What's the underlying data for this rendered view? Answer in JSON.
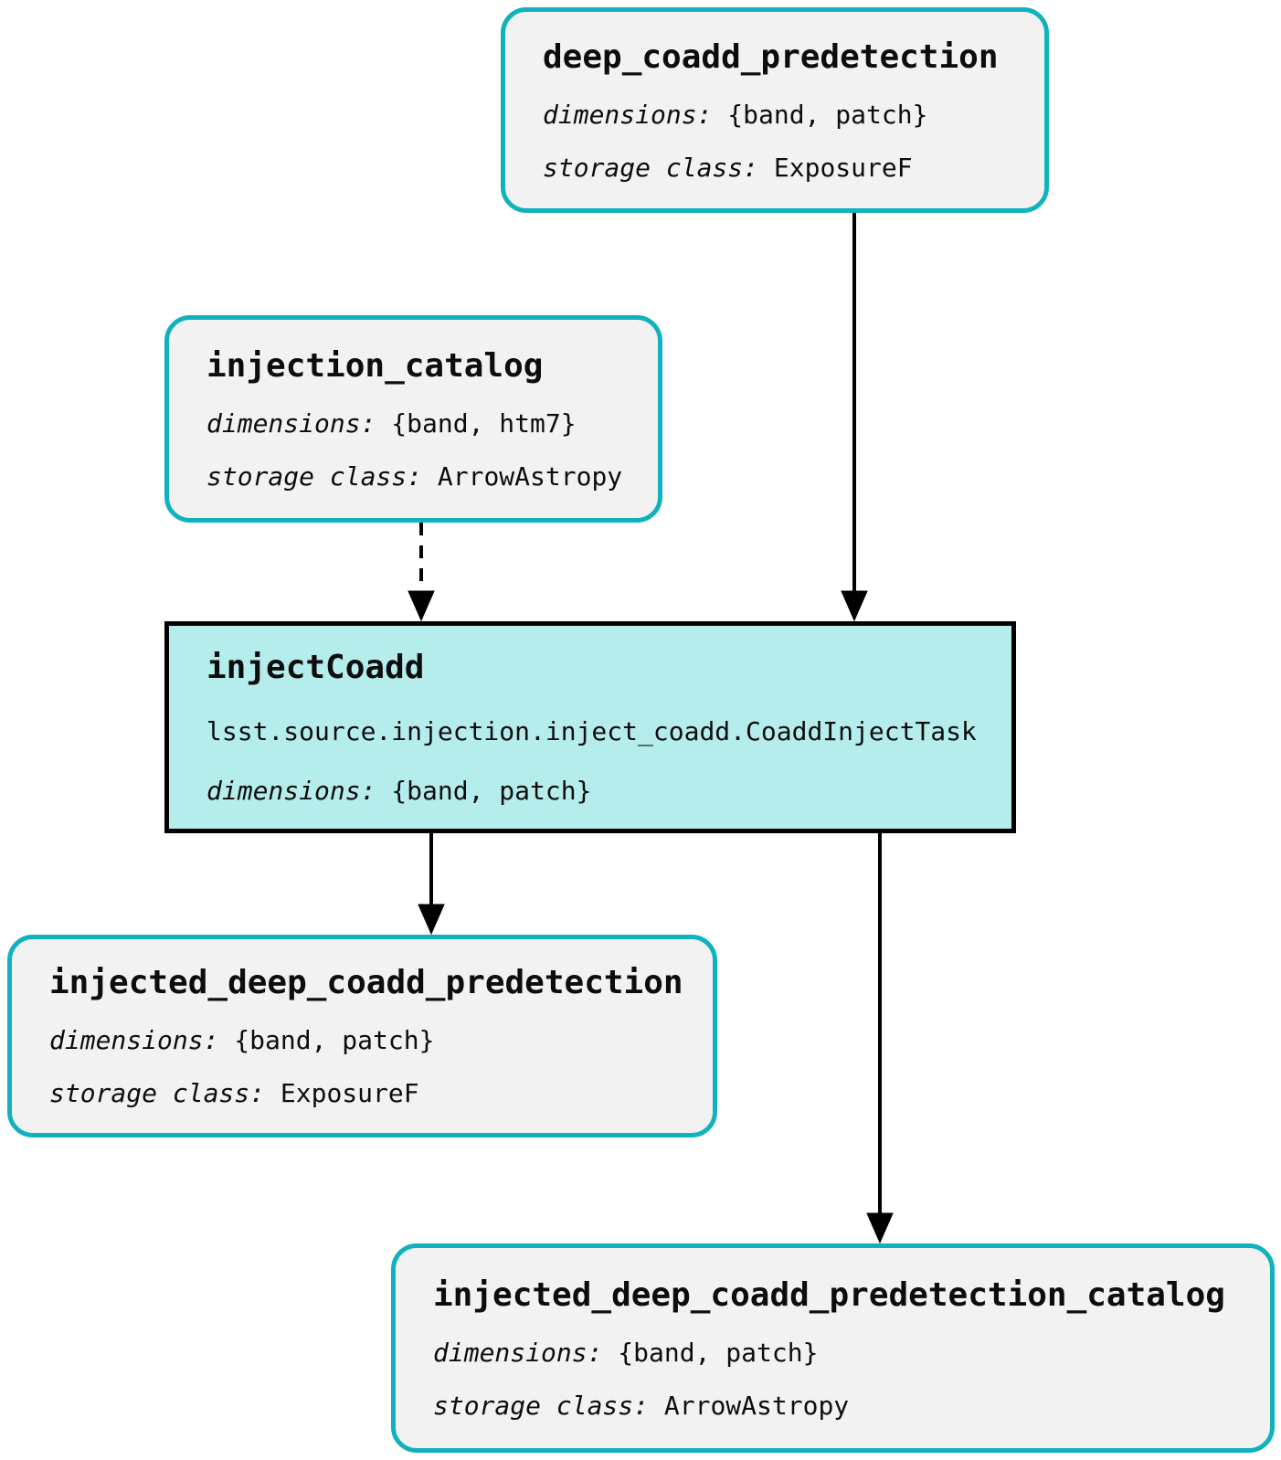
{
  "diagram": {
    "type": "pipeline-task-graph",
    "background": "#ffffff",
    "colors": {
      "dataset_border": "#0fb2bd",
      "dataset_fill": "#f2f2f2",
      "task_border": "#000000",
      "task_fill": "#b5edec",
      "edge": "#000000",
      "text": "#0d0d0d"
    },
    "nodes": {
      "deep_coadd_predetection": {
        "title": "deep_coadd_predetection",
        "dimensions_label": "dimensions:",
        "dimensions_value": "{band, patch}",
        "storage_label": "storage class:",
        "storage_value": "ExposureF"
      },
      "injection_catalog": {
        "title": "injection_catalog",
        "dimensions_label": "dimensions:",
        "dimensions_value": "{band, htm7}",
        "storage_label": "storage class:",
        "storage_value": "ArrowAstropy"
      },
      "injectCoadd": {
        "title": "injectCoadd",
        "task_class": "lsst.source.injection.inject_coadd.CoaddInjectTask",
        "dimensions_label": "dimensions:",
        "dimensions_value": "{band, patch}"
      },
      "injected_deep_coadd_predetection": {
        "title": "injected_deep_coadd_predetection",
        "dimensions_label": "dimensions:",
        "dimensions_value": "{band, patch}",
        "storage_label": "storage class:",
        "storage_value": "ExposureF"
      },
      "injected_deep_coadd_predetection_catalog": {
        "title": "injected_deep_coadd_predetection_catalog",
        "dimensions_label": "dimensions:",
        "dimensions_value": "{band, patch}",
        "storage_label": "storage class:",
        "storage_value": "ArrowAstropy"
      }
    },
    "edges": [
      {
        "from": "deep_coadd_predetection",
        "to": "injectCoadd",
        "style": "solid"
      },
      {
        "from": "injection_catalog",
        "to": "injectCoadd",
        "style": "dashed"
      },
      {
        "from": "injectCoadd",
        "to": "injected_deep_coadd_predetection",
        "style": "solid"
      },
      {
        "from": "injectCoadd",
        "to": "injected_deep_coadd_predetection_catalog",
        "style": "solid"
      }
    ]
  }
}
